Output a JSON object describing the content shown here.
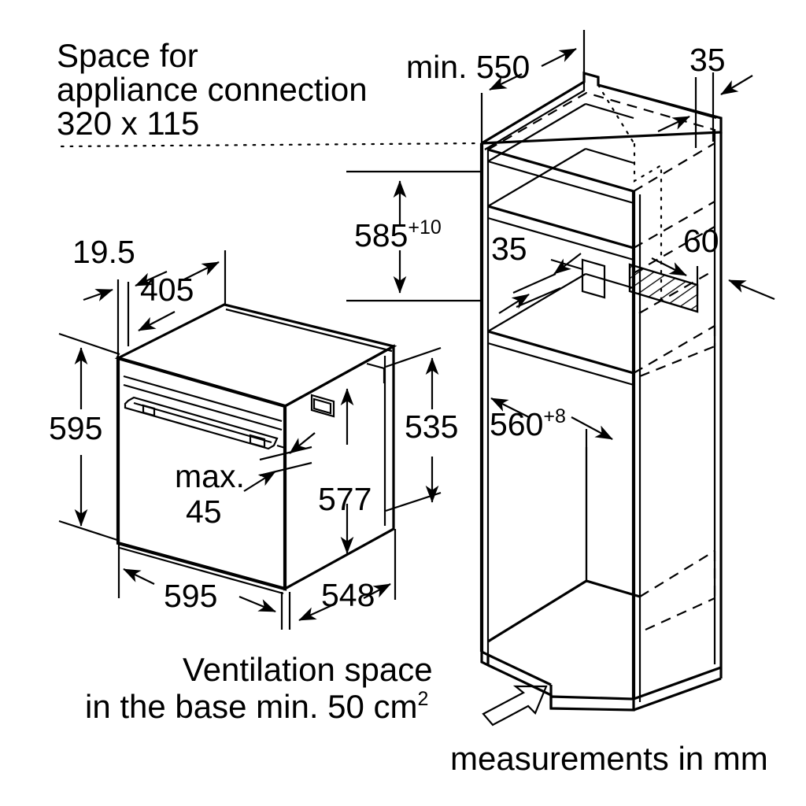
{
  "title": "Built-in oven installation dimensions diagram",
  "units_note": "measurements in mm",
  "notes": {
    "connection_line1": "Space for",
    "connection_line2": "appliance connection",
    "connection_line3": "320 x 115",
    "ventilation_line1": "Ventilation space",
    "ventilation_line2": "in the base min. 50 cm",
    "ventilation_sup": "2",
    "units": "measurements in mm"
  },
  "dimensions": {
    "niche_depth": "min. 550",
    "side_gap_top": "35",
    "niche_height": "585",
    "niche_height_tol": "+10",
    "shelf_offset": "35",
    "vent_slot_depth": "60",
    "niche_width": "560",
    "niche_width_tol": "+8",
    "oven_panel_thickness": "19.5",
    "oven_panel_depth": "405",
    "oven_height": "595",
    "oven_body_height": "535",
    "oven_door_gap": "max.",
    "oven_door_gap_value": "45",
    "oven_front_height": "577",
    "oven_width": "595",
    "oven_depth": "548"
  },
  "colors": {
    "line": "#000000",
    "background": "#ffffff"
  }
}
